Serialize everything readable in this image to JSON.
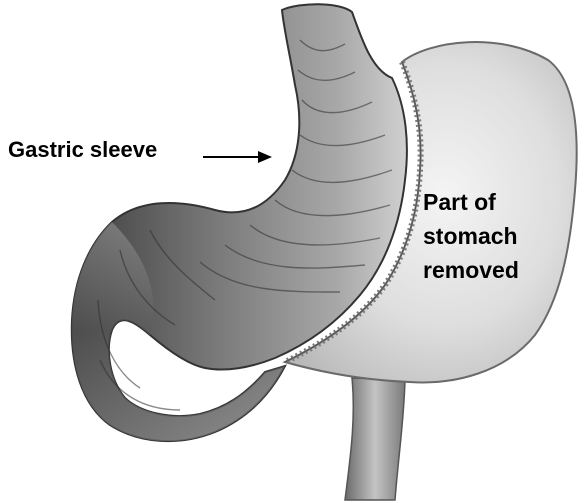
{
  "labels": {
    "gastric_sleeve": "Gastric sleeve",
    "part_removed": [
      "Part of",
      "stomach",
      "removed"
    ]
  },
  "colors": {
    "sleeve_dark": "#4a4a4a",
    "sleeve_mid": "#8a8a8a",
    "sleeve_light": "#c8c8c8",
    "removed_fill": "#dcdcdc",
    "removed_highlight": "#f2f2f2",
    "staple_line": "#7a7a7a",
    "arrow": "#000000",
    "background": "#ffffff"
  }
}
